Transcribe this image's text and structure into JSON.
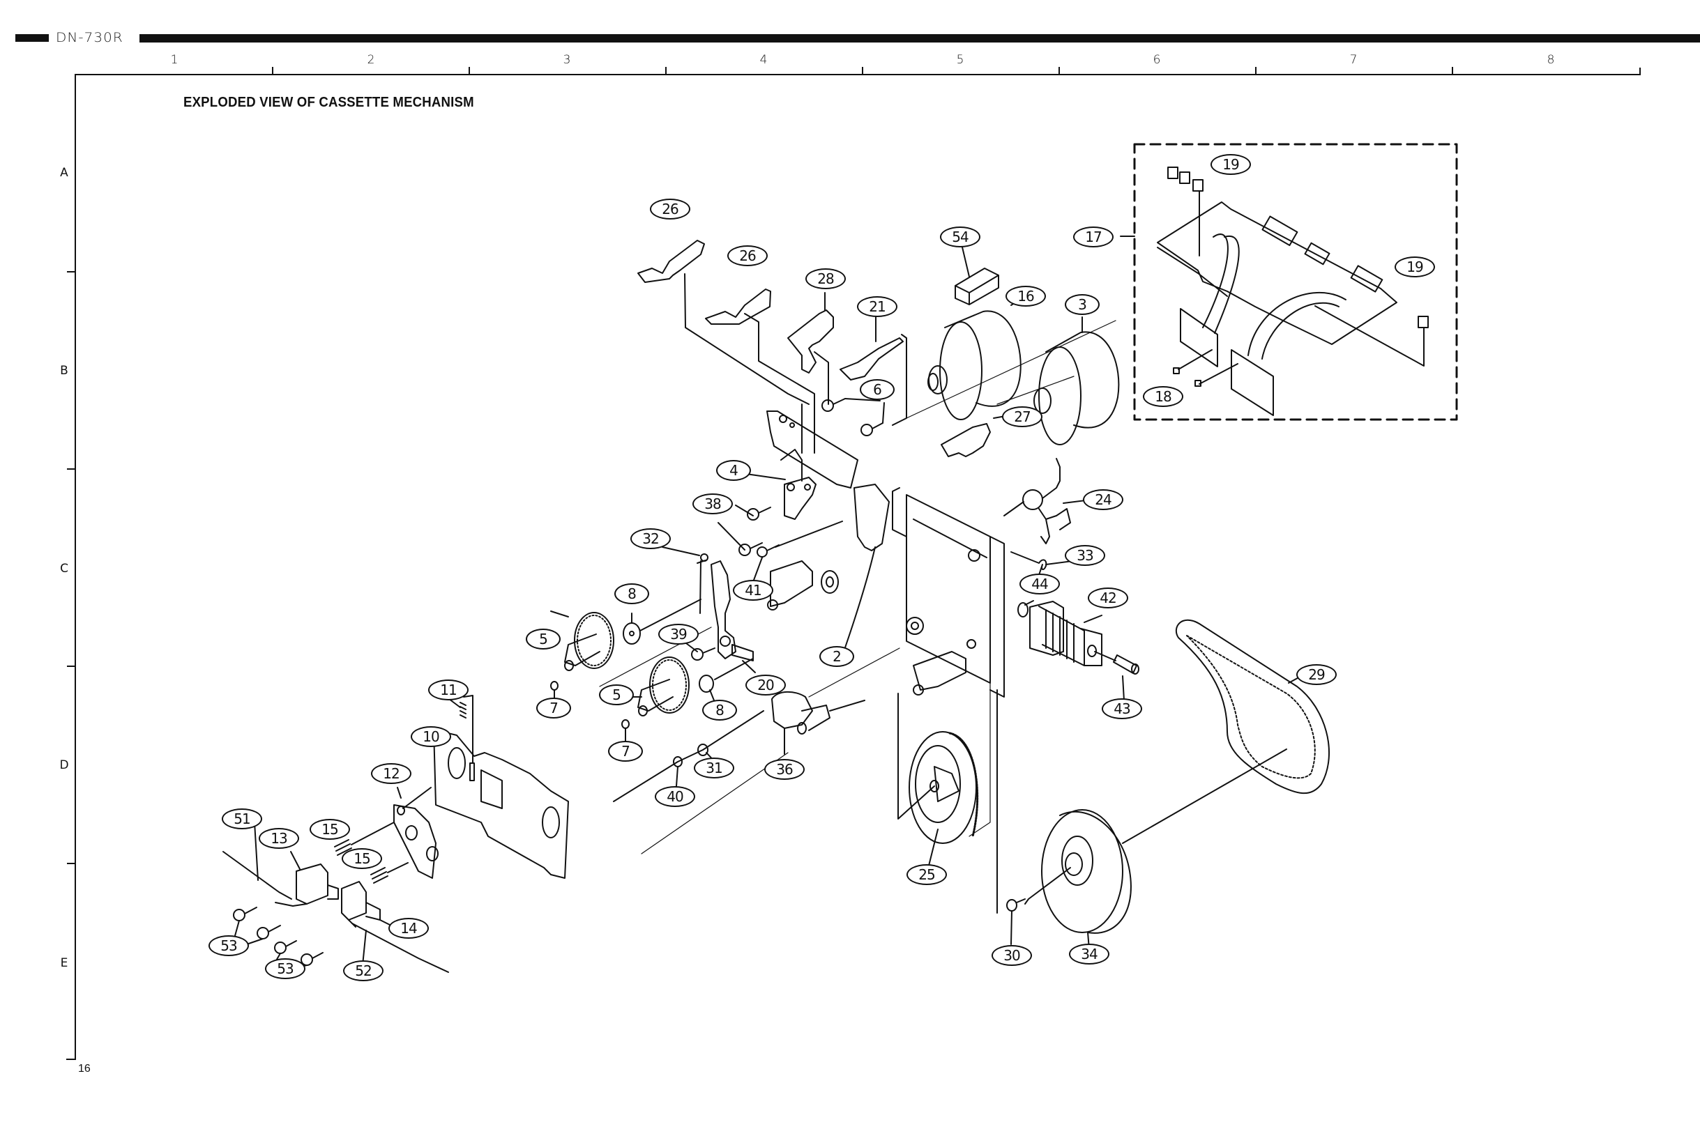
{
  "header": {
    "model": "DN-730R"
  },
  "page": {
    "title": "EXPLODED VIEW OF CASSETTE MECHANISM",
    "page_number": "16"
  },
  "grid": {
    "columns": [
      "1",
      "2",
      "3",
      "4",
      "5",
      "6",
      "7",
      "8"
    ],
    "rows": [
      "A",
      "B",
      "C",
      "D",
      "E"
    ]
  },
  "callouts": [
    {
      "id": "26a",
      "label": "26"
    },
    {
      "id": "26b",
      "label": "26"
    },
    {
      "id": "28",
      "label": "28"
    },
    {
      "id": "21",
      "label": "21"
    },
    {
      "id": "54",
      "label": "54"
    },
    {
      "id": "16",
      "label": "16"
    },
    {
      "id": "3",
      "label": "3"
    },
    {
      "id": "17",
      "label": "17"
    },
    {
      "id": "19a",
      "label": "19"
    },
    {
      "id": "19b",
      "label": "19"
    },
    {
      "id": "18",
      "label": "18"
    },
    {
      "id": "6",
      "label": "6"
    },
    {
      "id": "27",
      "label": "27"
    },
    {
      "id": "4",
      "label": "4"
    },
    {
      "id": "38",
      "label": "38"
    },
    {
      "id": "32",
      "label": "32"
    },
    {
      "id": "41",
      "label": "41"
    },
    {
      "id": "24",
      "label": "24"
    },
    {
      "id": "33",
      "label": "33"
    },
    {
      "id": "8a",
      "label": "8"
    },
    {
      "id": "44",
      "label": "44"
    },
    {
      "id": "42",
      "label": "42"
    },
    {
      "id": "5a",
      "label": "5"
    },
    {
      "id": "39",
      "label": "39"
    },
    {
      "id": "2",
      "label": "2"
    },
    {
      "id": "20",
      "label": "20"
    },
    {
      "id": "29",
      "label": "29"
    },
    {
      "id": "7a",
      "label": "7"
    },
    {
      "id": "5b",
      "label": "5"
    },
    {
      "id": "8b",
      "label": "8"
    },
    {
      "id": "43",
      "label": "43"
    },
    {
      "id": "11",
      "label": "11"
    },
    {
      "id": "36",
      "label": "36"
    },
    {
      "id": "7b",
      "label": "7"
    },
    {
      "id": "10",
      "label": "10"
    },
    {
      "id": "31",
      "label": "31"
    },
    {
      "id": "40",
      "label": "40"
    },
    {
      "id": "12",
      "label": "12"
    },
    {
      "id": "51",
      "label": "51"
    },
    {
      "id": "25",
      "label": "25"
    },
    {
      "id": "13",
      "label": "13"
    },
    {
      "id": "15a",
      "label": "15"
    },
    {
      "id": "15b",
      "label": "15"
    },
    {
      "id": "14",
      "label": "14"
    },
    {
      "id": "53a",
      "label": "53"
    },
    {
      "id": "30",
      "label": "30"
    },
    {
      "id": "34",
      "label": "34"
    },
    {
      "id": "53b",
      "label": "53"
    },
    {
      "id": "52",
      "label": "52"
    }
  ]
}
